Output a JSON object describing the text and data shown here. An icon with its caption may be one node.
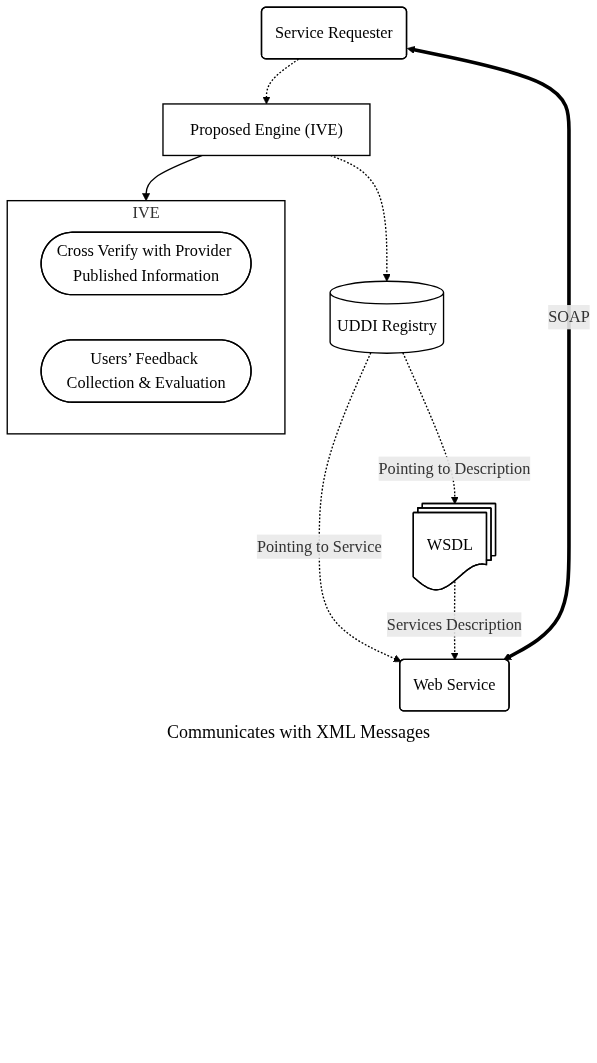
{
  "diagram": {
    "nodes": [
      {
        "text": [
          "UDDI Registry"
        ]
      },
      {
        "text": [
          "WSDL"
        ]
      },
      {
        "text": [
          "Proposed Engine (IVE)"
        ]
      },
      {
        "text": [
          "Web Service"
        ]
      },
      {
        "text": [
          "Service Requester"
        ]
      },
      {
        "text": [
          "IVE"
        ]
      },
      {
        "text": [
          "Cross Verify with Provider Published Information"
        ],
        "in": 5
      },
      {
        "text": [
          "Users’ Feedback Collection & Evaluation"
        ],
        "in": 5
      }
    ],
    "edges": [
      {
        "from": 0,
        "to": 1,
        "arrow": "to",
        "style": "dashed",
        "label": "Pointing to Description"
      },
      {
        "from": 0,
        "to": 3,
        "arrow": "to",
        "style": "dashed",
        "label": "Pointing to Service"
      },
      {
        "from": 1,
        "to": 3,
        "arrow": "to",
        "style": "dashed",
        "label": "Services Description"
      },
      {
        "from": 2,
        "to": 0,
        "arrow": "to",
        "style": "dashed"
      },
      {
        "from": 4,
        "to": 2,
        "arrow": "to",
        "style": "dashed"
      },
      {
        "from": 4,
        "to": 3,
        "arrow": "both",
        "style": "thick",
        "label": "SOAP"
      },
      {
        "from": 2,
        "to": 5,
        "arrow": "to"
      }
    ],
    "labels": [
      "Communicates with XML Messages"
    ]
  }
}
